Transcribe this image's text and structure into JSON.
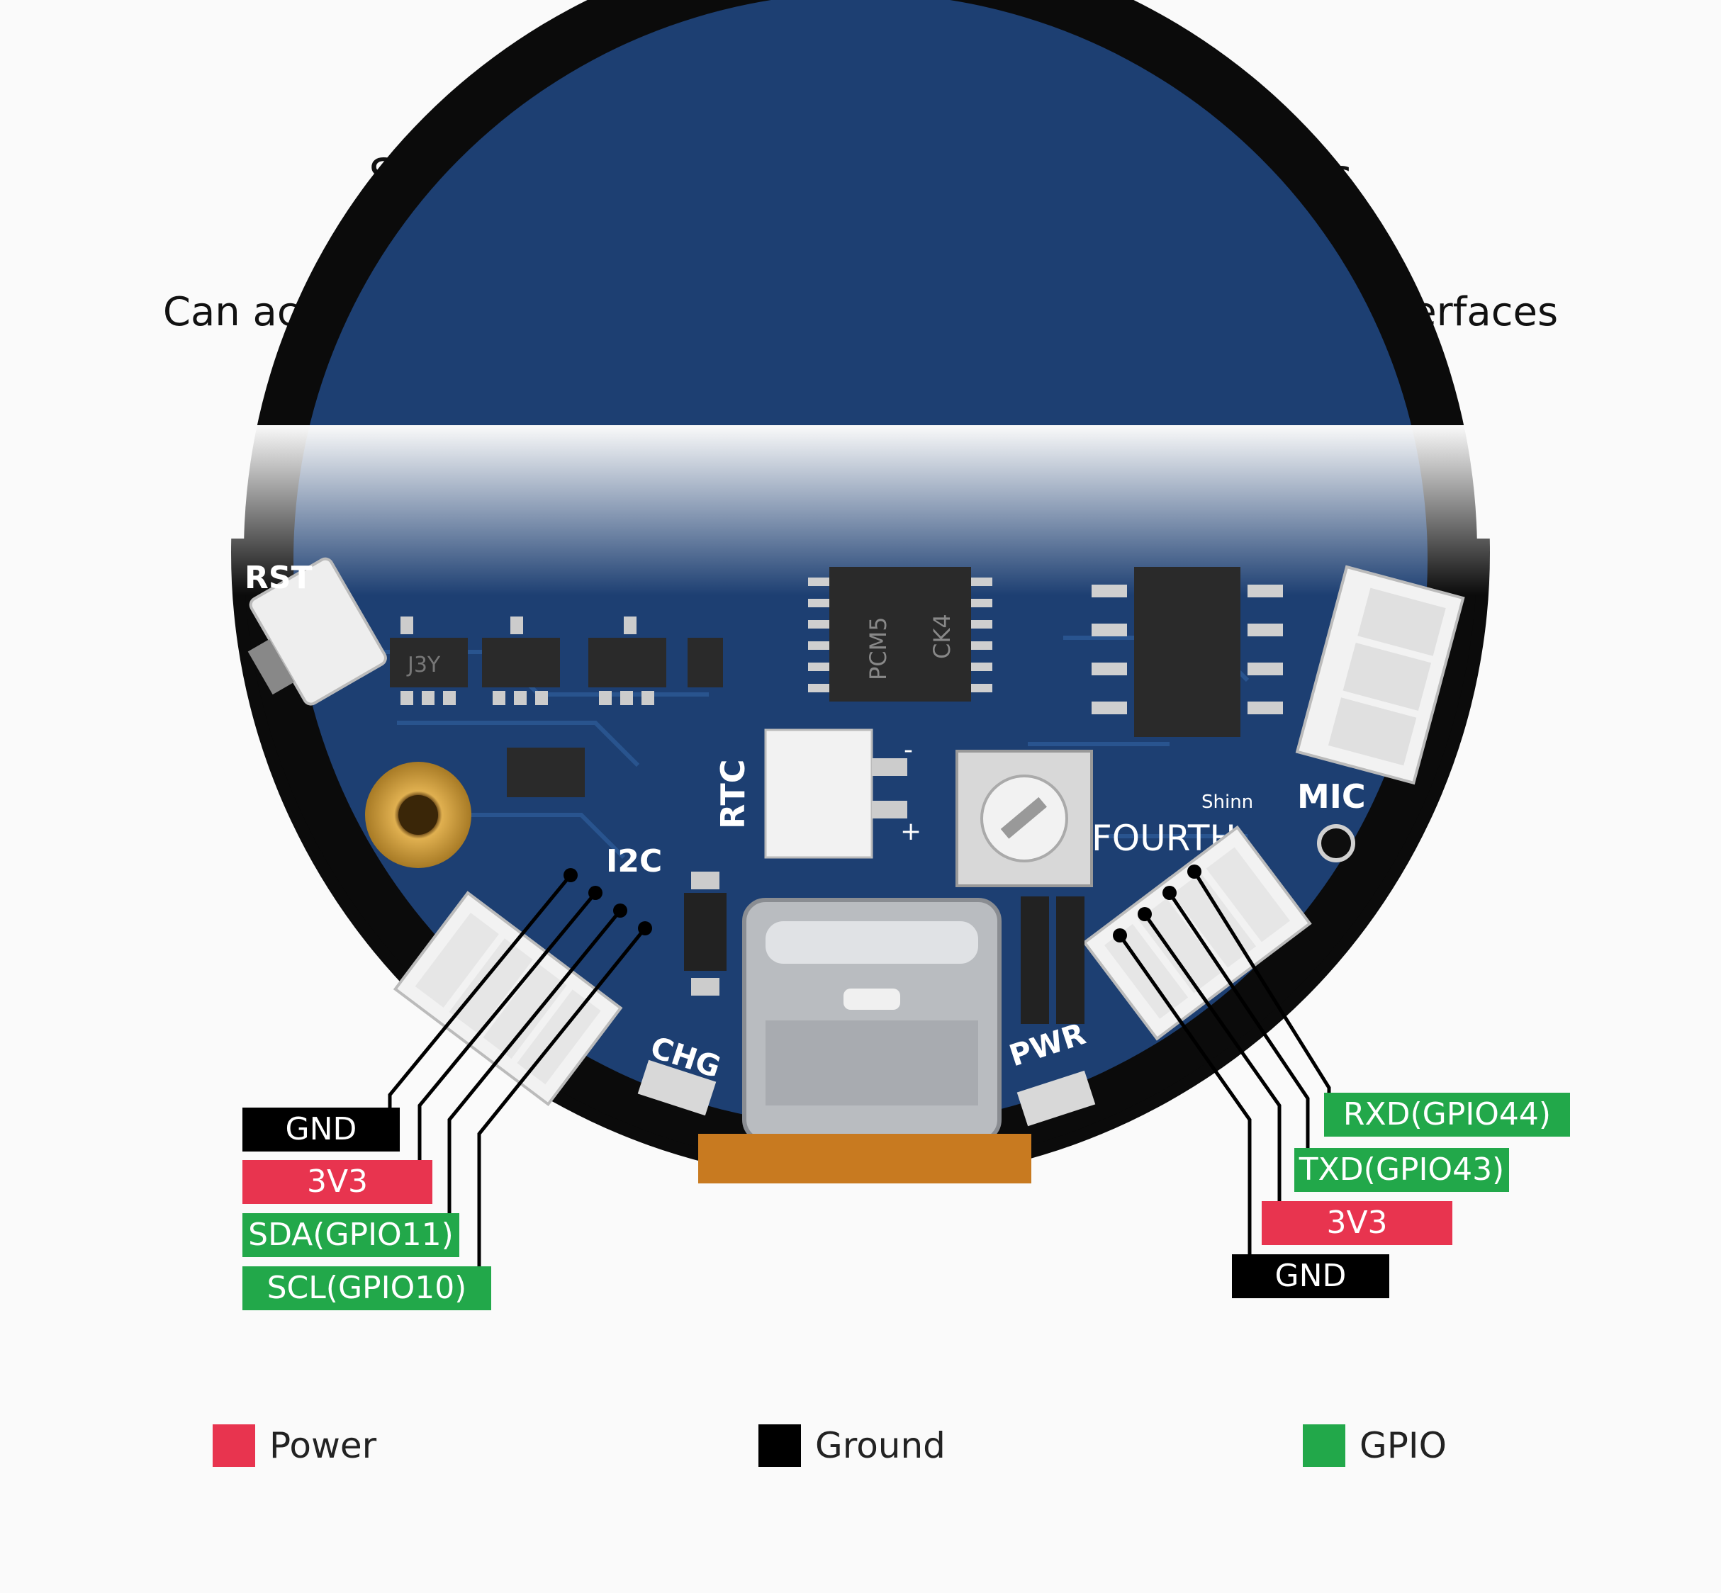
{
  "title": "Support expansion of multiple peripherals",
  "subtitle": "Can access expansion devices through UART, I2C and other interfaces",
  "board": {
    "labels": {
      "rst": "RST",
      "rtc": "RTC",
      "i2c": "I2C",
      "mic": "MIC",
      "chg": "CHG",
      "pwr": "PWR",
      "fourth": "FOURTH",
      "shinn": "Shinn",
      "chip1": "J3Y",
      "chip2": "PCM5",
      "chip3": "CK4"
    }
  },
  "i2c_pins": [
    {
      "label": "GND",
      "type": "ground"
    },
    {
      "label": "3V3",
      "type": "power"
    },
    {
      "label": "SDA(GPIO11)",
      "type": "gpio"
    },
    {
      "label": "SCL(GPIO10)",
      "type": "gpio"
    }
  ],
  "uart_pins": [
    {
      "label": "RXD(GPIO44)",
      "type": "gpio"
    },
    {
      "label": "TXD(GPIO43)",
      "type": "gpio"
    },
    {
      "label": "3V3",
      "type": "power"
    },
    {
      "label": "GND",
      "type": "ground"
    }
  ],
  "legend": [
    {
      "label": "Power",
      "color": "#e8344f"
    },
    {
      "label": "Ground",
      "color": "#000000"
    },
    {
      "label": "GPIO",
      "color": "#22a84a"
    }
  ],
  "colors": {
    "power": "#e8344f",
    "ground": "#000000",
    "gpio": "#22a84a",
    "pcb": "#1d3f72"
  }
}
